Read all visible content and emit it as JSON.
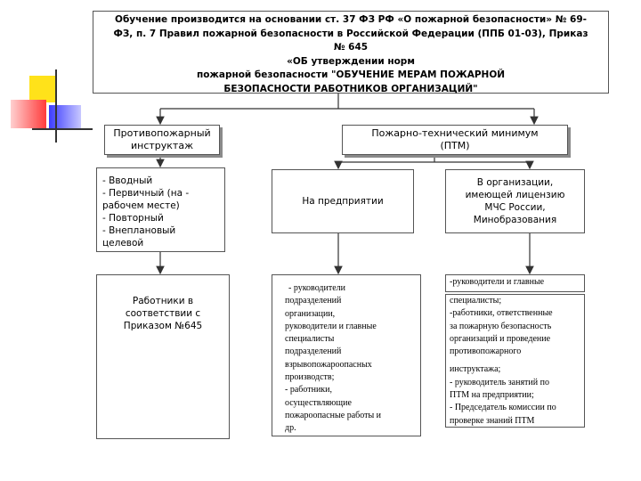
{
  "title": {
    "lines": [
      "Обучение производится на основании ст. 37 ФЗ РФ «О пожарной безопасности» № 69-",
      "ФЗ, п. 7 Правил пожарной безопасности в Российской Федерации (ППБ 01-03), Приказ",
      "№ 645",
      "«ОБ утверждении норм",
      "пожарной безопасности \"ОБУЧЕНИЕ МЕРАМ ПОЖАРНОЙ",
      "БЕЗОПАСНОСТИ РАБОТНИКОВ ОРГАНИЗАЦИЙ\""
    ]
  },
  "left_branch": {
    "header": "Противопожарный инструктаж",
    "types": [
      "- Вводный",
      " - Первичный (на -",
      "рабочем месте)",
      "- Повторный",
      "- Внеплановый",
      " целевой"
    ],
    "who": "Работники в соответствии с Приказом №645"
  },
  "right_branch": {
    "header": [
      "Пожарно-технический минимум",
      "(ПТМ)"
    ],
    "at_enterprise": {
      "label": "На предприятии",
      "who": [
        "- руководители",
        "подразделений",
        "организации,",
        "руководители и главные",
        "специалисты",
        "подразделений",
        "взрывопожароопасных",
        "производств;",
        "- работники,",
        "осуществляющие",
        "пожароопасные работы и",
        "др."
      ]
    },
    "at_licensed_org": {
      "label": [
        "В организации,",
        "имеющей лицензию",
        "МЧС России,",
        "Минобразования"
      ],
      "who_top": "-руководители и главные",
      "who": [
        "специалисты;",
        "-работники, ответственные",
        "за пожарную безопасность",
        "организаций и проведение",
        "противопожарного",
        "инструктажа;",
        "- руководитель занятий по",
        "ПТМ на предприятии;",
        "- Председатель комиссии по",
        "проверке знаний ПТМ"
      ]
    }
  },
  "decor_colors": {
    "yellow": "#ffe21a",
    "red": "#ff3b3b",
    "blue": "#3c3cff",
    "line": "#555555",
    "shadow": "#8a8a8a"
  }
}
